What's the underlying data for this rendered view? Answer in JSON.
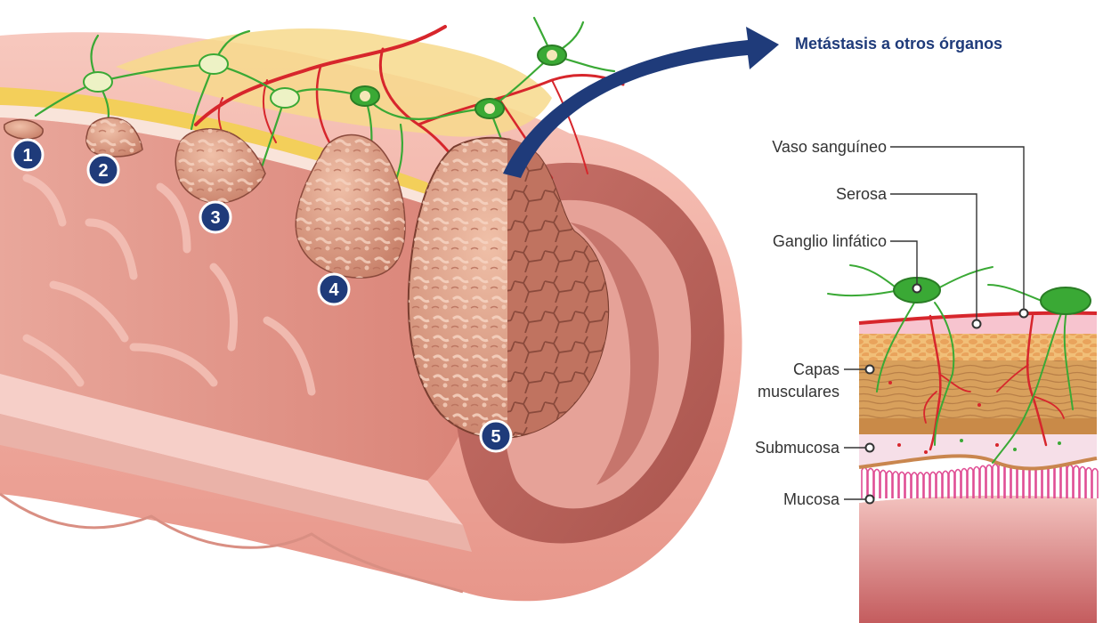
{
  "metastasis": {
    "label": "Metástasis a otros órganos",
    "color": "#1f3b7a"
  },
  "stages": [
    {
      "label": "1"
    },
    {
      "label": "2"
    },
    {
      "label": "3"
    },
    {
      "label": "4"
    },
    {
      "label": "5"
    }
  ],
  "layers": {
    "vaso": "Vaso sanguíneo",
    "serosa": "Serosa",
    "ganglio": "Ganglio linfático",
    "capas_line1": "Capas",
    "capas_line2": "musculares",
    "submucosa": "Submucosa",
    "mucosa": "Mucosa"
  },
  "colors": {
    "badge": "#1f3b7a",
    "tumor": "#d9967c",
    "colon_wall": "#f2b0a4",
    "colon_inner": "#e89a90",
    "vessel": "#d7262c",
    "lymph": "#3aa935",
    "fat": "#f6d27a",
    "muscle": "#d8a05c"
  }
}
